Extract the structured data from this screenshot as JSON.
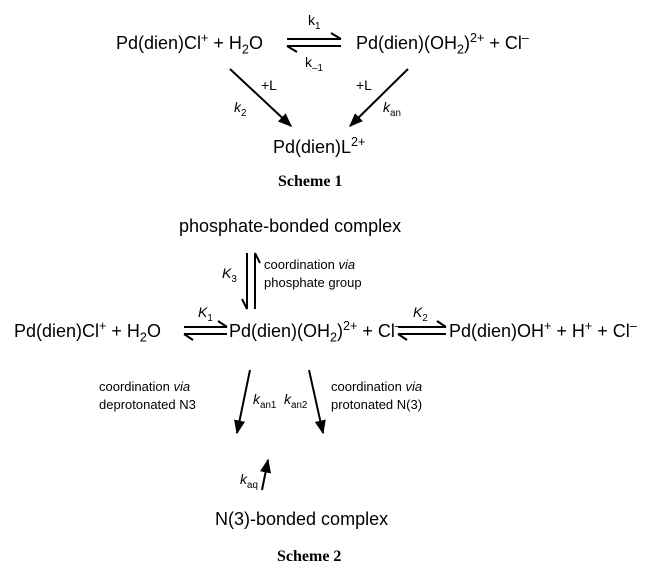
{
  "scheme1": {
    "left_species": "Pd(dien)Cl",
    "left_charge": "+",
    "plus_water": " + H",
    "water_sub": "2",
    "water_end": "O",
    "k1": "k",
    "k1_sub": "1",
    "kminus1": "k",
    "kminus1_sub": "–1",
    "right_species_a": "Pd(dien)(OH",
    "right_sub": "2",
    "right_species_b": ")",
    "right_charge": "2+",
    "plus_chloride": " + Cl",
    "chloride_charge": "–",
    "k2": "k",
    "k2_sub": "2",
    "plusL_left": "+L",
    "plusL_right": "+L",
    "kan": "k",
    "kan_sub": "an",
    "product": "Pd(dien)L",
    "product_charge": "2+",
    "caption": "Scheme 1"
  },
  "scheme2": {
    "top_complex": "phosphate-bonded complex",
    "K3": "K",
    "K3_sub": "3",
    "coord_phosphate_1": "coordination",
    "via1": "via",
    "coord_phosphate_2": "phosphate group",
    "left_species": "Pd(dien)Cl",
    "left_charge": "+",
    "plus_water": " + H",
    "water_sub": "2",
    "water_end": "O",
    "K1": "K",
    "K1_sub": "1",
    "middle_a": "Pd(dien)(OH",
    "middle_sub": "2",
    "middle_b": ")",
    "middle_charge": "2+",
    "plus_chloride": " + Cl",
    "chloride_charge": "–",
    "K2": "K",
    "K2_sub": "2",
    "right_species": "Pd(dien)OH",
    "right_charge": "+",
    "plus_h": " + H",
    "h_charge": "+",
    "plus_cl": " + Cl",
    "cl_charge": "–",
    "coord_n3_1": "coordination",
    "via2": "via",
    "coord_n3_2": "deprotonated N3",
    "kan1": "k",
    "kan1_sub": "an1",
    "kan2": "k",
    "kan2_sub": "an2",
    "coord_pn3_1": "coordination",
    "via3": "via",
    "coord_pn3_2": "protonated N(3)",
    "kaq": "k",
    "kaq_sub": "aq",
    "bottom_complex": "N(3)-bonded complex",
    "caption": "Scheme 2"
  }
}
